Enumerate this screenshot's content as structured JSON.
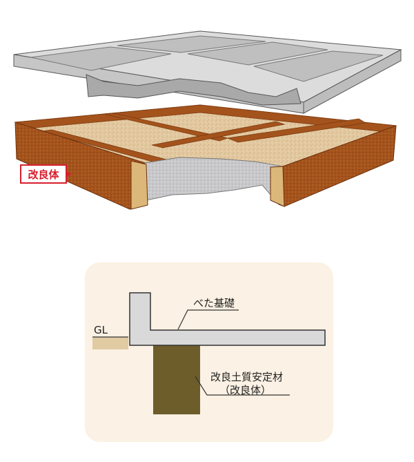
{
  "labels": {
    "improved_body_tag": "改良体",
    "gl": "GL",
    "mat_foundation": "べた基礎",
    "soil_stabilizer": "改良土質安定材",
    "soil_stabilizer_sub": "（改良体）"
  },
  "colors": {
    "tag_red": "#d81e2c",
    "concrete": "#d9d9d9",
    "soil_brown": "#a4531c",
    "panel_bg": "#fbf1e4",
    "column_olive": "#6d5d2a"
  }
}
